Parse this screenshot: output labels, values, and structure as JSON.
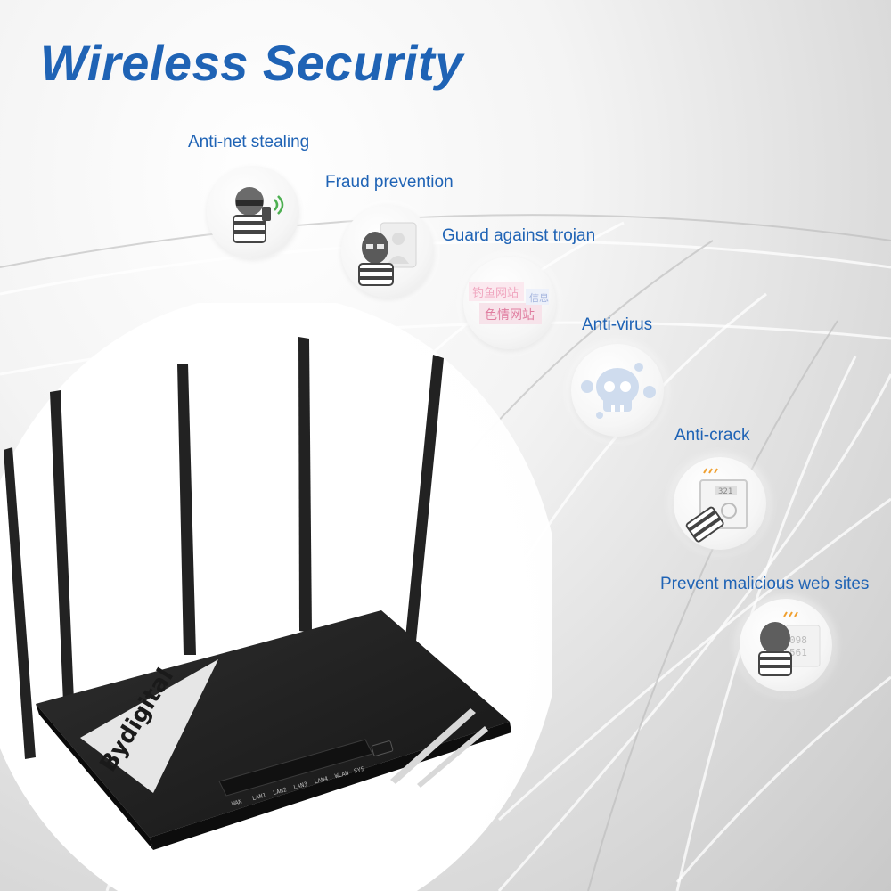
{
  "title": "Wireless Security",
  "features": [
    {
      "label": "Anti-net stealing",
      "icon": "thief-phone-icon"
    },
    {
      "label": "Fraud prevention",
      "icon": "masked-thief-icon"
    },
    {
      "label": "Guard against trojan",
      "icon": "phishing-site-icon"
    },
    {
      "label": "Anti-virus",
      "icon": "skull-virus-icon"
    },
    {
      "label": "Anti-crack",
      "icon": "safe-lock-icon"
    },
    {
      "label": "Prevent malicious web sites",
      "icon": "hacker-screen-icon"
    }
  ],
  "icon_texts": {
    "phishing_1": "钓鱼网站",
    "phishing_2": "色情网站",
    "phishing_3": "信息",
    "safe_code": "321",
    "screen_1": "098",
    "screen_2": "561"
  },
  "router": {
    "brand": "Bydigital",
    "ports": [
      "WAN",
      "LAN1",
      "LAN2",
      "LAN3",
      "LAN4",
      "WLAN",
      "SYS"
    ]
  },
  "colors": {
    "title": "#1f63b5",
    "router_body": "#1e1e1e",
    "background": "#e0e0e0"
  }
}
